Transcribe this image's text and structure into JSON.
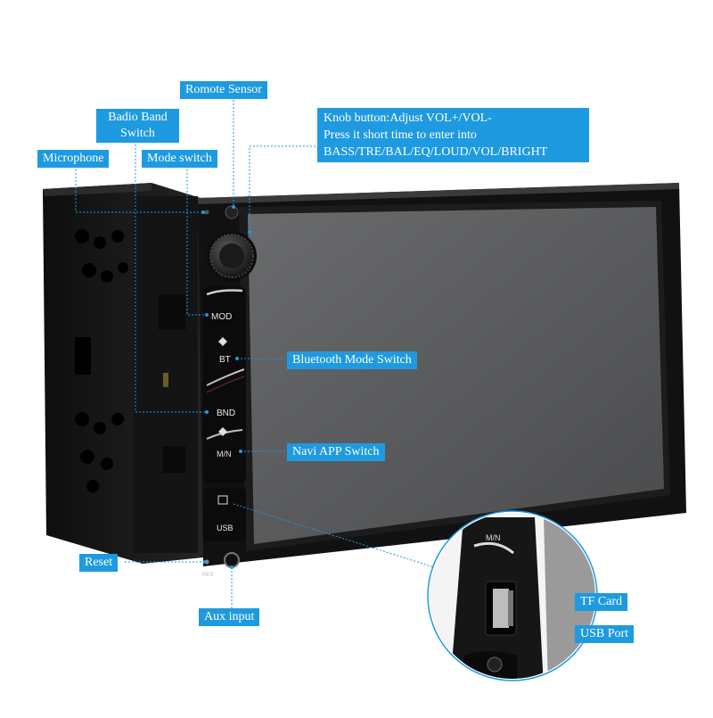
{
  "callouts": {
    "remote_sensor": "Romote Sensor",
    "radio_band": [
      "Badio Band",
      "Switch"
    ],
    "microphone": "Microphone",
    "mode_switch": "Mode switch",
    "knob": [
      "Knob button:Adjust VOL+/VOL-",
      "Press it short time to enter into",
      "BASS/TRE/BAL/EQ/LOUD/VOL/BRIGHT"
    ],
    "bluetooth": "Bluetooth Mode Switch",
    "navi": "Navi APP Switch",
    "reset": "Reset",
    "aux": "Aux input",
    "tf_card": "TF Card",
    "usb_port": "USB Port"
  },
  "panel_labels": {
    "mod": "MOD",
    "bt": "BT",
    "bnd": "BND",
    "mn": "M/N",
    "usb": "USB",
    "res": "RES",
    "inset_mn": "M/N"
  },
  "colors": {
    "callout_bg": "#1e9ae0",
    "leader_line": "#1e9ae0",
    "device_body": "#1a1a1a",
    "screen": "#58595b"
  }
}
